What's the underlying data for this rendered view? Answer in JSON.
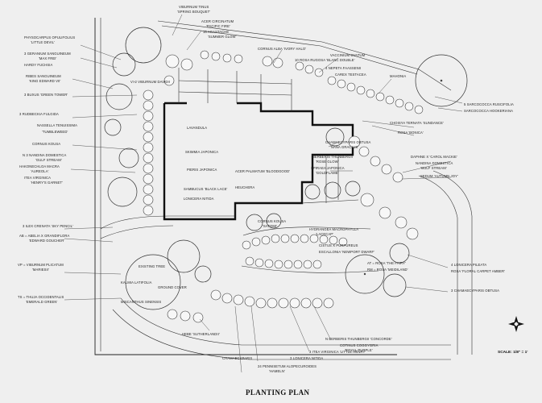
{
  "title": "PLANTING PLAN",
  "scale": "SCALE: 1/8\" = 1'",
  "labels": {
    "viburnum_top": "VIBURNUM TINUS",
    "viburnum_top2": "'SPRING BOUQUET'",
    "acer": "ACER CIRCINATUM",
    "acer2": "'PACIFIC FIRE'",
    "agastache": "16 AGASTACHE",
    "agastache2": "'SUMMER GLOW'",
    "physocarpus": "PHYSOCARPUS OPULIFOLIUS",
    "physocarpus2": "'LITTLE DEVIL'",
    "geranium": "3 GERANIUM SANGUINEUM",
    "geranium2": "'MAX FREI'",
    "hardy": "HARDY FUCHSIA",
    "ribes": "RIBES SANGUINEUM",
    "ribes2": "'KING EDWARD VII'",
    "viburnum_mid": "V>2 VIBURNUM DAVIDII",
    "buxus": "3 BUXUS 'GREEN TOWER'",
    "cornus_top": "CORNUS ALBA 'IVORY HALO'",
    "rosa_top": "10 ROSA RUGOSA 'BLANC DOUBLE'",
    "nepeta": "4 NEPETA FAASSENII",
    "vaccinium": "VACCINIUM OVATUM",
    "carex": "CAREX TESTACEA",
    "mahonia": "MAHONIA",
    "rudbeckia": "3 RUDBECKIA FULGIDA",
    "nassella": "NASSELLA TENUISSIMA",
    "carex_tumbleweed": "'TUMBLEWEED'",
    "cornus_kousa": "CORNUS KOUSA",
    "nandina_left": "N 3 NANDINA DOMESTICA",
    "gulf": "'GULF STREAM'",
    "heuchera": "HEUCHERA",
    "sambucus": "SAMBUCUS 'BLACK LACE'",
    "hakonechloa": "HAKONECHLOA MACRA",
    "hakone2": "'AUREOLA'",
    "lonicera_left": "LONICERA NITIDA",
    "chamaecyparis": "CHAMAECYPARIS OBTUSA",
    "chamae2": "'NANA GRACILIS'",
    "berberis": "BERBERIS THUNBERGII",
    "berberis2": "'ROSE GLOW'",
    "spiraea": "SPIRAEA JAPONICA",
    "spiraea2": "'GOLDFLAME'",
    "nandina_right": "NANDINA DOMESTICA",
    "nandina_right2": "'GULF STREAM'",
    "sarcococca": "5 SARCOCOCCA RUSCIFOLIA",
    "sarc2": "SARCOCOCCA HOOKERIANA",
    "lavandula": "LAVANDULA",
    "skimmia": "SKIMMIA JAPONICA",
    "pieris": "PIERIS JAPONICA",
    "acer_right": "ACER PALMATUM 'BLOODGOOD'",
    "rosa_right": "ROSA 'BONICA'",
    "daphne": "DAPHNE X 'CAROL MACKIE'",
    "lonicera_right": "4 LONICERA PILEATA",
    "rosa_floral": "ROSA 'FLORAL CARPET AMBER'",
    "chamae_right": "3 CHAMAECYPARIS OBTUSA",
    "cornus_bottom": "CORNUS KOUSA",
    "cornus_bottom2": "'SATOMI'",
    "hydrangea": "HYDRANGEA MACROPHYLLA",
    "hydrangea2": "'LACECAP'",
    "itea": "ITEA VIRGINICA",
    "itea2": "'HENRY'S GARNET'",
    "ilex": "3 ILEX CRENATA 'SKY PENCIL'",
    "abelia": "AB = ABELIA X GRANDIFLORA",
    "abelia2": "'EDWARD GOUCHER'",
    "vib_plicatum": "VP = VIBURNUM PLICATUM",
    "vib_plicatum2": "'MARIESII'",
    "thuja": "TS = THUJA OCCIDENTALIS",
    "thuja2": "'EMERALD GREEN'",
    "pennisetum": "24 PENNISETUM ALOPECUROIDES",
    "pennisetum2": "'HAMELN'",
    "itea_bottom": "3 ITEA VIRGINICA 'LITTLE HENRY'",
    "berberis_bottom": "N BERBERIS THUNBERGII 'CONCORDE'",
    "cotinus": "COTINUS COGGYGRIA",
    "cotinus2": "'ROYAL PURPLE'",
    "lonicera_bottom": "3 LONICERA NITIDA",
    "chamaecyparis_bottom": "CHAMAECYPARIS",
    "hebe": "HEBE 'SUTHERLANDII'",
    "kalmia": "KALMIA LATIFOLIA",
    "miscanthus": "MISCANTHUS SINENSIS",
    "sedum": "SEDUM 'AUTUMN JOY'",
    "existing": "EXISTING TREE",
    "at_rose": "AT = ROSA 'THE FAIRY'",
    "rosa_meidiland": "RM = ROSA 'MEIDILAND'",
    "cistus": "CISTUS X PURPUREUS",
    "escallonia": "ESCALLONIA 'NEWPORT DWARF'",
    "choisya": "CHOISYA TERNATA 'SUNDANCE'",
    "grass_cover": "GROUND COVER"
  }
}
